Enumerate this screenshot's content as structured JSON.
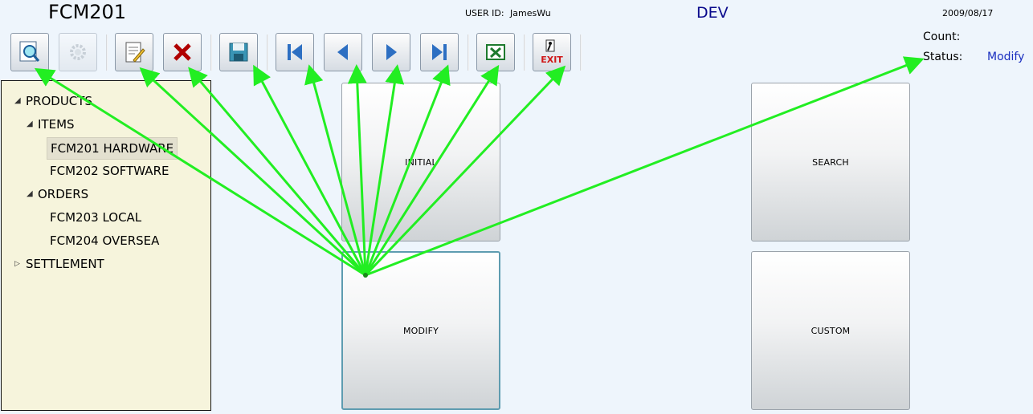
{
  "header": {
    "app_title": "FCM201",
    "user_id_label": "USER ID:",
    "user_id": "JamesWu",
    "environment": "DEV",
    "date": "2009/08/17",
    "count_label": "Count:",
    "count_value": "",
    "status_label": "Status:",
    "status_value": "Modify"
  },
  "toolbar": {
    "buttons": [
      {
        "name": "query",
        "icon": "magnifier-icon",
        "enabled": true
      },
      {
        "name": "settings",
        "icon": "gear-icon",
        "enabled": false
      },
      {
        "name": "edit",
        "icon": "notepad-pencil-icon",
        "enabled": true
      },
      {
        "name": "delete",
        "icon": "red-x-icon",
        "enabled": true
      },
      {
        "name": "save",
        "icon": "floppy-disk-icon",
        "enabled": true
      },
      {
        "name": "first",
        "icon": "first-record-icon",
        "enabled": true
      },
      {
        "name": "previous",
        "icon": "previous-arrow-icon",
        "enabled": true
      },
      {
        "name": "next",
        "icon": "next-arrow-icon",
        "enabled": true
      },
      {
        "name": "last",
        "icon": "last-record-icon",
        "enabled": true
      },
      {
        "name": "excel",
        "icon": "excel-icon",
        "enabled": true
      },
      {
        "name": "exit",
        "icon": "exit-icon",
        "enabled": true,
        "label": "EXIT"
      }
    ]
  },
  "tree": {
    "products": "PRODUCTS",
    "items": "ITEMS",
    "fcm201": "FCM201 HARDWARE",
    "fcm202": "FCM202 SOFTWARE",
    "orders": "ORDERS",
    "fcm203": "FCM203 LOCAL",
    "fcm204": "FCM204 OVERSEA",
    "settlement": "SETTLEMENT"
  },
  "modes": {
    "initial": "INITIAL",
    "modify": "MODIFY",
    "search": "SEARCH",
    "custom": "CUSTOM"
  },
  "colors": {
    "background": "#eef5fc",
    "tree_background": "#f6f4dc",
    "environment": "#0a0a8c",
    "status_value": "#1a2fc0",
    "annotation_arrows": "#22ee22"
  }
}
